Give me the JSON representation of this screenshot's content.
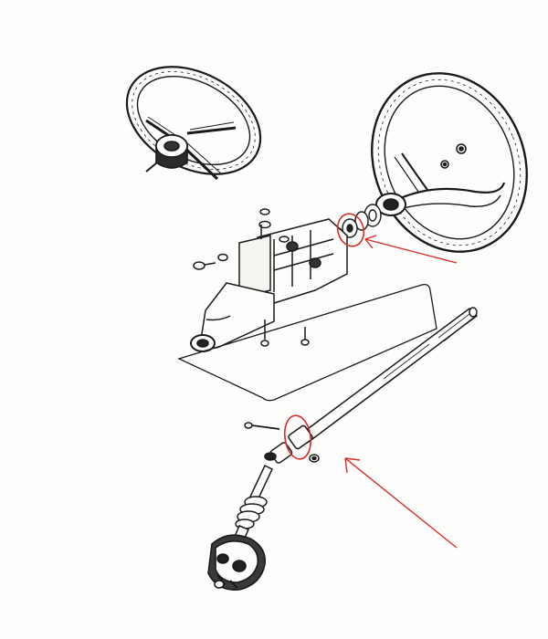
{
  "page": {
    "background": "#fdfdfb",
    "line_color": "#1a1a1a",
    "annotation_color": "#d42a2a"
  },
  "parts": [
    "small-steering-wheel",
    "large-steering-wheel",
    "washer-stack",
    "steering-rack-housing",
    "mounting-plate",
    "upper-steering-shaft",
    "universal-joint",
    "lower-steering-shaft",
    "steering-box"
  ],
  "annotations": [
    {
      "type": "circle-and-arrow",
      "target": "washer-stack"
    },
    {
      "type": "circle-and-arrow",
      "target": "universal-joint"
    }
  ]
}
